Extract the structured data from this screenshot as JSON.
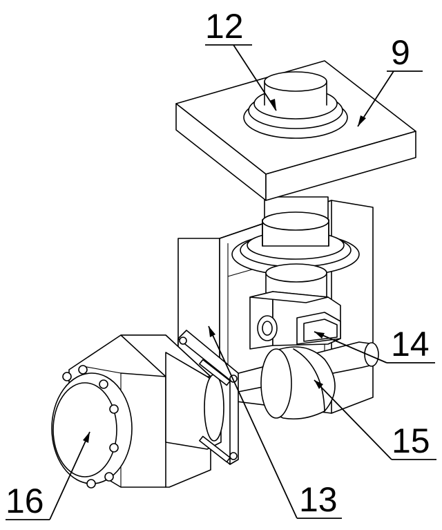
{
  "labels": {
    "l12": "12",
    "l9": "9",
    "l14": "14",
    "l15": "15",
    "l16": "16",
    "l13": "13"
  }
}
